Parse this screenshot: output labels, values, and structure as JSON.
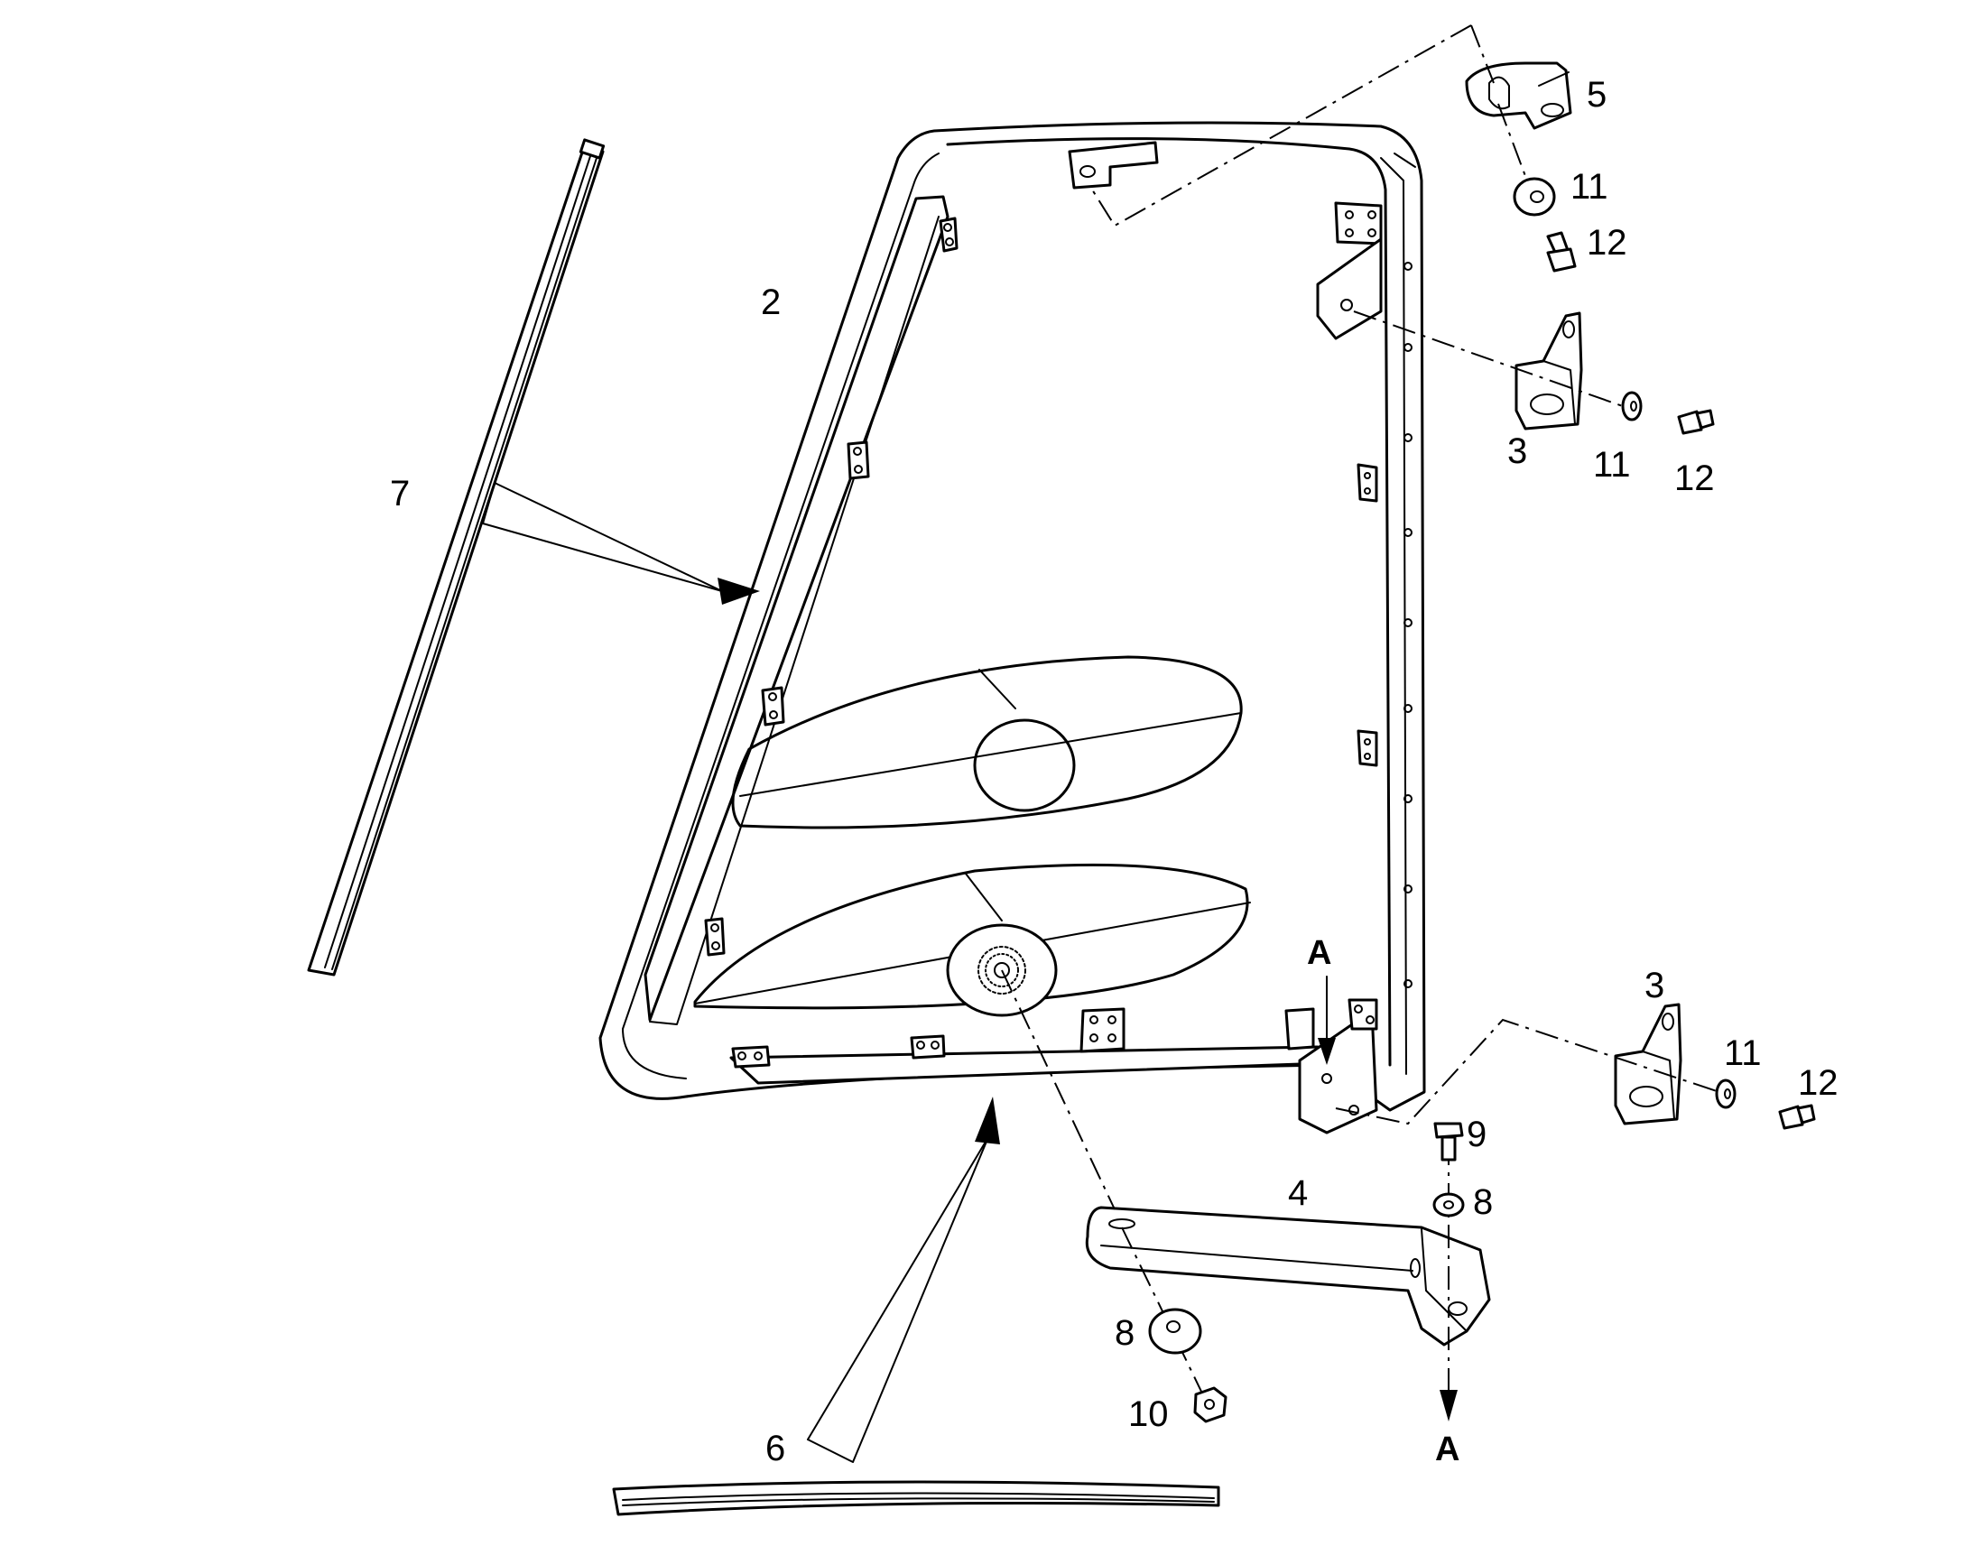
{
  "figure": {
    "colors": {
      "line": "#000000",
      "background": "#ffffff"
    }
  },
  "callouts": [
    {
      "id": "c-5",
      "label": "5"
    },
    {
      "id": "c-11a",
      "label": "11"
    },
    {
      "id": "c-12a",
      "label": "12"
    },
    {
      "id": "c-2",
      "label": "2"
    },
    {
      "id": "c-7",
      "label": "7"
    },
    {
      "id": "c-3a",
      "label": "3"
    },
    {
      "id": "c-11b",
      "label": "11"
    },
    {
      "id": "c-12b",
      "label": "12"
    },
    {
      "id": "c-3b",
      "label": "3"
    },
    {
      "id": "c-11c",
      "label": "11"
    },
    {
      "id": "c-12c",
      "label": "12"
    },
    {
      "id": "c-9",
      "label": "9"
    },
    {
      "id": "c-8a",
      "label": "8"
    },
    {
      "id": "c-4",
      "label": "4"
    },
    {
      "id": "c-8b",
      "label": "8"
    },
    {
      "id": "c-10",
      "label": "10"
    },
    {
      "id": "c-6",
      "label": "6"
    }
  ],
  "view_markers": [
    {
      "id": "v-a-top",
      "label": "A"
    },
    {
      "id": "v-a-bottom",
      "label": "A"
    }
  ]
}
